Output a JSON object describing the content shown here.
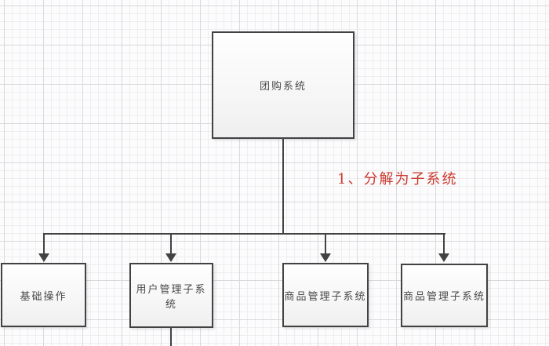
{
  "diagram": {
    "root": {
      "label": "团购系统"
    },
    "children": [
      {
        "label": "基础操作"
      },
      {
        "label": "用户管理子系统"
      },
      {
        "label": "商品管理子系统"
      },
      {
        "label": "商品管理子系统"
      }
    ],
    "annotation": {
      "text": "1、分解为子系统",
      "color": "#cc3a31"
    },
    "style": {
      "line_color": "#424242",
      "node_fill_top": "#fefefe",
      "node_fill_bottom": "#efefef",
      "node_text_color": "#4a4a4a",
      "grid_minor_color": "#eeeef2",
      "grid_major_color": "#d9d9de"
    }
  }
}
